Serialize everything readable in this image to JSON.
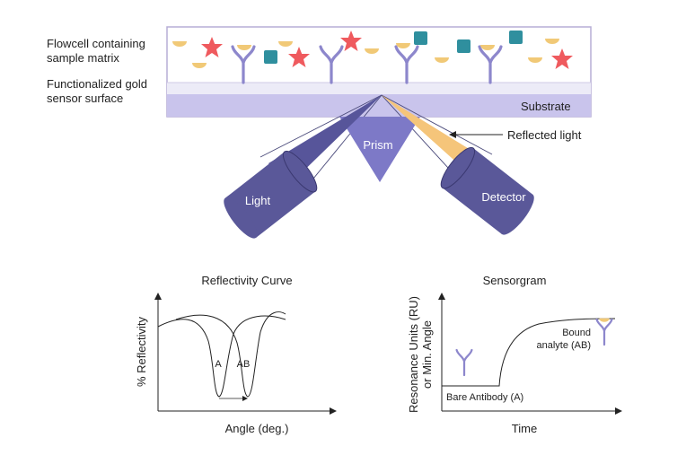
{
  "setup": {
    "flowcell_label_line1": "Flowcell containing",
    "flowcell_label_line2": "sample matrix",
    "sensor_label_line1": "Functionalized gold",
    "sensor_label_line2": "sensor surface",
    "substrate_label": "Substrate",
    "prism_label": "Prism",
    "light_label": "Light",
    "detector_label": "Detector",
    "reflected_light_label": "Reflected light",
    "colors": {
      "flowcell_border": "#b7aed6",
      "gold_layer": "#ecebf7",
      "substrate": "#c9c4ec",
      "prism": "#7d79c7",
      "device": "#5a5899",
      "incident_beam": "#57559a",
      "reflected_beam": "#f5c57a",
      "antibody": "#8d87cc",
      "star": "#ef5a5e",
      "square": "#2f8f9e",
      "half_moon": "#f1c977"
    }
  },
  "reflectivity_chart": {
    "title": "Reflectivity Curve",
    "xlabel": "Angle (deg.)",
    "ylabel": "% Reflectivity",
    "curve_a_label": "A",
    "curve_ab_label": "AB"
  },
  "sensorgram_chart": {
    "title": "Sensorgram",
    "xlabel": "Time",
    "ylabel_line1": "Resonance Units (RU)",
    "ylabel_line2": "or Min. Angle",
    "bare_label": "Bare Antibody (A)",
    "bound_label_line1": "Bound",
    "bound_label_line2": "analyte (AB)"
  }
}
